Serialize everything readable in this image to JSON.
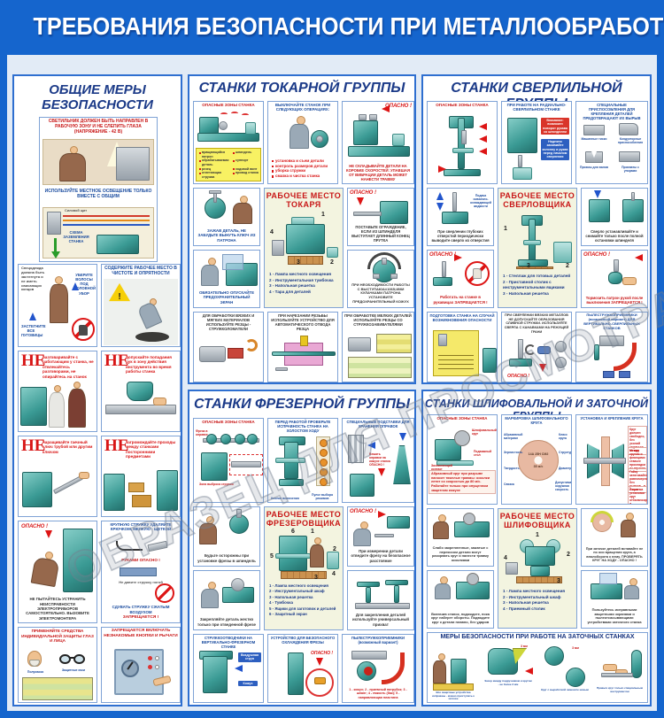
{
  "poster": {
    "title": "ТРЕБОВАНИЯ БЕЗОПАСНОСТИ ПРИ МЕТАЛЛООБРАБОТКЕ",
    "watermark": "ОБРАЗЕЦ ДЛЯ ПРОСМОТРА"
  },
  "digits": [
    "1",
    "2",
    "3",
    "4",
    "5",
    "6"
  ],
  "general": {
    "title_line1": "ОБЩИЕ МЕРЫ",
    "title_line2": "БЕЗОПАСНОСТИ",
    "lighting_caption": "СВЕТИЛЬНИК ДОЛЖЕН БЫТЬ НАПРАВЛЕН В РАБОЧУЮ ЗОНУ И НЕ СЛЕПИТЬ ГЛАЗА (НАПРЯЖЕНИЕ - 42 В)",
    "lighting_note": "ИСПОЛЬЗУЙТЕ МЕСТНОЕ ОСВЕЩЕНИЕ ТОЛЬКО ВМЕСТЕ С ОБЩИМ",
    "shield_label": "Силовой щит",
    "ground_label": "СХЕМА ЗАЗЕМЛЕНИЯ СТАНКА",
    "clothing_rule": "Спецодежда должна быть застегнута и не иметь свисающих концов",
    "hair_note": "УБЕРИТЕ ВОЛОСЫ ПОД ГОЛОВНОЙ УБОР",
    "buttons_note": "ЗАСТЕГНИТЕ ВСЕ ПУГОВИЦЫ",
    "clean_caption": "СОДЕРЖИТЕ РАБОЧЕЕ МЕСТО В ЧИСТОТЕ И ОПРЯТНОСТИ",
    "ne": "НЕ",
    "ne_talk": "разговаривайте с работающим у станка, не отвлекайтесь разговорами, не опирайтесь на станок",
    "ne_hands": "допускайте попадания рук в зону действия инструмента во время работы станка",
    "ne_wrench": "наращивайте гаечный ключ трубой или другим ключом",
    "ne_aisle": "загромождайте проходы между станками посторонними предметами",
    "danger": "ОПАСНО !",
    "electric_caption": "НЕ ПЫТАЙТЕСЬ УСТРАНИТЬ НЕИСПРАВНОСТИ ЭЛЕКТРОПРИБОРОВ САМОСТОЯТЕЛЬНО. ВЫЗОВИТЕ ЭЛЕКТРОМОНТЕРА",
    "chips_hook": "КРУПНУЮ СТРУЖКУ УДАЛЯЙТЕ КРЮЧКОМ, МЕЛКУЮ - ЩЕТКОЙ",
    "chips_hands": "РУКАМИ ОПАСНО !",
    "chips_foot": "Не давите стружку ногой",
    "chips_blow": "СДУВАТЬ СТРУЖКУ СЖАТЫМ ВОЗДУХОМ",
    "chips_forbidden": "ЗАПРЕЩАЕТСЯ !",
    "ppe_caption": "ПРИМЕНЯЙТЕ СРЕДСТВА ИНДИВИДУАЛЬНОЙ ЗАЩИТЫ ГЛАЗ И ЛИЦА",
    "ppe_mask": "Полумаска",
    "ppe_glasses": "Защитные очки",
    "forbid_caption": "ЗАПРЕЩАЕТСЯ ВКЛЮЧАТЬ НЕЗНАКОМЫЕ КНОПКИ И РЫЧАГИ"
  },
  "lathe": {
    "title": "СТАНКИ ТОКАРНОЙ ГРУППЫ",
    "zones_caption": "ОПАСНЫЕ ЗОНЫ СТАНКА",
    "zone_items": [
      "вращающийся патрон",
      "обрабатываемая деталь",
      "резец",
      "отлетающая стружка",
      "шпиндель",
      "суппорт",
      "ходовой винт",
      "привод станка"
    ],
    "ops_caption": "ВЫКЛЮЧАЙТЕ СТАНОК ПРИ СЛЕДУЮЩИХ ОПЕРАЦИЯХ:",
    "ops_items": [
      "установка и съем детали",
      "контроль размеров детали",
      "уборка стружки",
      "смазка и чистка станка"
    ],
    "danger": "ОПАСНО !",
    "storage_caption": "НЕ СКЛАДЫВАЙТЕ ДЕТАЛИ НА КОРОБКЕ СКОРОСТЕЙ: УПАВШАЯ ОТ ВИБРАЦИИ ДЕТАЛЬ МОЖЕТ НАНЕСТИ ТРАВМУ",
    "key_caption": "ЗАЖАВ ДЕТАЛЬ, НЕ ЗАБУДЬТЕ ВЫНУТЬ КЛЮЧ ИЗ ПАТРОНА",
    "wp_title1": "РАБОЧЕЕ  МЕСТО",
    "wp_title2": "ТОКАРЯ",
    "wp_legend": [
      "1 - Лампа местного освещения",
      "2 - Инструментальная тумбочка",
      "3 - Напольная решетка",
      "4 - Тара для деталей"
    ],
    "rod_caption": "ПОСТАВЬТЕ ОГРАЖДЕНИЕ, ЕСЛИ ИЗ ШПИНДЕЛЯ ВЫСТУПАЕТ ДЛИННЫЙ КОНЕЦ ПРУТКА",
    "screen_caption": "ОБЯЗАТЕЛЬНО ОПУСКАЙТЕ ПРЕДОХРАНИТЕЛЬНЫЙ ЭКРАН",
    "jaws_caption": "ПРИ НЕОБХОДИМОСТИ РАБОТЫ С ВЫСТУПАЮ&#1065;ИМИ КУЛАЧКАМИ ПАТРОНА УСТАНОВИТЕ ПРЕДОХРАНИТЕЛЬНЫЙ КОЖУХ",
    "cutters_caption": "ДЛЯ ОБРАБОТКИ ВЯЗКИХ И МЯГКИХ МАТЕРИАЛОВ ИСПОЛЬЗУЙТЕ РЕЗЦЫ - СТРУЖКОЛОМАТЕЛИ",
    "thread_caption": "ПРИ НАРЕЗАНИИ РЕЗЬБЫ ИСПОЛЬЗУЙТЕ УСТРОЙСТВО ДЛЯ АВТОМАТИЧЕСКОГО ОТВОДА РЕЗЦА",
    "small_caption": "ПРИ ОБРАБОТКЕ МЕЛКИХ ДЕТАЛЕЙ ИСПОЛЬЗУЙТЕ РЕЗЦЫ СО СТРУЖКОЗАВИВАТЕЛЯМИ"
  },
  "drilling": {
    "title": "СТАНКИ СВЕРЛИЛЬНОЙ ГРУППЫ",
    "zones_caption": "ОПАСНЫЕ ЗОНЫ СТАНКА",
    "radial_caption": "ПРИ РАБОТЕ НА РАДИАЛЬНО-СВЕРЛИЛЬНОМ СТАНКЕ",
    "radial_red": "Внимание: возможен поворот рукава со шпинделем",
    "radial_blue": "Надежно зажимайте колонну и рукав перед началом сверления",
    "fixtures_caption": "СПЕЦИАЛЬНЫЕ ПРИСПОСОБЛЕНИЯ ДЛЯ КРЕПЛЕНИЯ ДЕТАЛЕЙ ПРЕДОТВРАЩАЮТ ИХ ВЫРЫВ",
    "fixtures_l1": "Машинные тиски",
    "fixtures_l2": "Кондукторные приспособления",
    "fixtures_l3": "Призмы для валов",
    "fixtures_l4": "Прихваты с упорами",
    "deep_note": "Подача смазочно-охлаждающей жидкости",
    "deep_caption": "При сверлении глубоких отверстий периодически выводите сверло из отверстия",
    "danger": "ОПАСНО !",
    "glove_caption": "Работать на станке в рукавицах ЗАПРЕЩАЕТСЯ !",
    "wp_title1": "РАБОЧЕЕ  МЕСТО",
    "wp_title2": "СВЕРЛОВЩИКА",
    "wp_legend": [
      "1 - Стеллаж для готовых деталей",
      "2 - Приставной столик с инструментальными ящиками",
      "3 - Напольная решетка"
    ],
    "change_caption": "Сверло устанавливайте и снимайте только после полной остановки шпинделя",
    "brake_caption": "Тормозить патрон рукой после выключения ЗАПРЕЩАЕТСЯ !",
    "prep_caption": "ПОДГОТОВКА СТАНКА НА СЛУЧАЙ ВОЗНИКНОВЕНИЯ ОПАСНОСТИ",
    "swarf_caption": "ПРИ СВЕРЛЕНИИ ВЯЗКИХ МЕТАЛЛОВ НЕ ДОПУСКАЙТЕ ОБРАЗОВАНИЯ СЛИВНОЙ СТРУЖКИ. ИСПОЛЬЗУЙТЕ СВЕРЛА С КАНАВКАМИ НА РЕЖУЩЕЙ ГРАНИ",
    "swarf_note": "Сливная стружка",
    "dust_caption": "ПЫЛЕСТРУЖКОПРИЕМНИКИ (возможный вариант) ДЛЯ ВЕРТИКАЛЬНО-СВЕРЛИЛЬНЫХ СТАНКОВ"
  },
  "milling": {
    "title": "СТАНКИ ФРЕЗЕРНОЙ ГРУППЫ",
    "zones_caption": "ОПАСНЫЕ ЗОНЫ СТАНКА",
    "zones_note1": "Фреза в оправке",
    "zones_note2": "Зона выброса стружки",
    "idle_caption": "ПЕРЕД РАБОТОЙ ПРОВЕРЬТЕ ИСПРАВНОСТЬ СТАНКА НА ХОЛОСТОМ ХОДУ",
    "idle_note1": "Кнопки включения",
    "idle_note2": "Пульт выбора режимов",
    "stands_caption": "СПЕЦИАЛЬНЫЕ ПОДСТАВКИ ДЛЯ ХРАНЕНИЯ ОПРАВОК",
    "stands_note": "Вешать оправки на кожухе станка ОПАСНО !",
    "install_caption": "Будьте осторожны при установке фрезы в шпиндель",
    "fix_caption": "Закрепляйте деталь жестко только при отведенной фрезе",
    "wp_title1": "РАБОЧЕЕ МЕСТО",
    "wp_title2": "ФРЕЗЕРОВЩИКА",
    "wp_legend": [
      "1 - Лампа местного освещения",
      "2 - Инструментальный шкаф",
      "3 - Напольная решетка",
      "4 - Тумбочка",
      "5 - Ящики для заготовок и деталей",
      "6 - Защитный экран"
    ],
    "danger": "ОПАСНО !",
    "measure_caption": "При измерении детали отведите фрезу на безопасное расстояние",
    "clamp_caption": "Для закрепления деталей используйте универсальный прихват",
    "deflector_caption": "СТРУЖКООТВОДЧИКИ НА ВЕРТИКАЛЬНО-ФРЕЗЕРНОМ СТАНКЕ",
    "deflector_note1": "Воздушная струя",
    "deflector_note2": "Кожух",
    "cooling_caption": "УСТРОЙСТВО ДЛЯ БЕЗОПАСНОГО ОХЛАЖДЕНИЯ ФРЕЗЫ",
    "collector_caption": "ПЫЛЕСТРУЖКОПРИЕМНИКИ (возможный вариант)",
    "collector_legend": "1 - кожух;  2 - приемный патрубок;  3 - шланг;  4 - емкость (бак);  5 - направляющая пластина"
  },
  "grinding": {
    "title": "СТАНКИ ШЛИФОВАЛЬНОЙ И ЗАТОЧНОЙ ГРУППЫ",
    "zones_caption": "ОПАСНЫЕ ЗОНЫ СТАНКА",
    "zones_l1": "Шлифовальный круг",
    "zones_l2": "Подвижный стол",
    "zones_l3": "Заземляющий контакт",
    "zones_warn": "Абразивный круг при разрыве наносит тяжелые травмы: осколки летят со скоростью до 80 м/с. Работайте только при опущенном защитном кожухе",
    "marking_caption": "МАРКИРОВКА ШЛИФОВАЛЬНОГО КРУГА",
    "marking_left": [
      "Абразивный материал",
      "Зернистость",
      "Твердость",
      "Связка"
    ],
    "marking_right": [
      "Класс круга",
      "Структура",
      "Диаметр",
      "Допустимая окружная скорость"
    ],
    "wheel_line1": "14А 25Н СМ2",
    "wheel_line2": "35 м/с",
    "mount_caption": "УСТАНОВКА И КРЕПЛЕНИЕ КРУГА",
    "mount_notes": [
      "Круг должен свободно, без усилий садиться на вал",
      "Между кругом и фланцами ставьте прокладки из картона",
      "Гайку затягивайте равномерно, без рывков - в 2 приема",
      "После установки круг отбалансируйте и обкатайте на холостом ходу"
    ],
    "wp_title1": "РАБОЧЕЕ  МЕСТО",
    "wp_title2": "ШЛИФОВЩИКА",
    "wp_legend": [
      "1 - Лампа местного освещения",
      "2 - Инструментальный шкаф",
      "3 - Напольная решетка",
      "4 - Приемный столик"
    ],
    "setup_caption": "Слабо закрепленные, зажатые с перекосом детали могут разорвать круг и нанести травму осколками",
    "start_caption": "Включив станок, подождите, пока круг наберет обороты. Подводите круг к детали плавно, без ударов",
    "angle_caption": "При заточке деталей вставайте не по оси вращения круга, а вполоборота к нему. ПРОВЕРЯТЬ КРУГ НА ХОДУ - ОПАСНО !",
    "guard_caption": "Пользуйтесь исправными защитными экранами и пылеотсасывающими устройствами заточного станка",
    "measures_caption": "МЕРЫ БЕЗОПАСНОСТИ ПРИ РАБОТЕ НА ЗАТОЧНЫХ СТАНКАХ",
    "measures_n1": "Все защитные устройства исправны - можно приступать к заточке",
    "measures_n2": "Зазор между подручником и кругом - не более 3 мм",
    "measures_n3": "Круг с выработкой замените новым",
    "measures_n4": "Правьте круг только специальным инструментом",
    "gap_label": "3 мм"
  }
}
